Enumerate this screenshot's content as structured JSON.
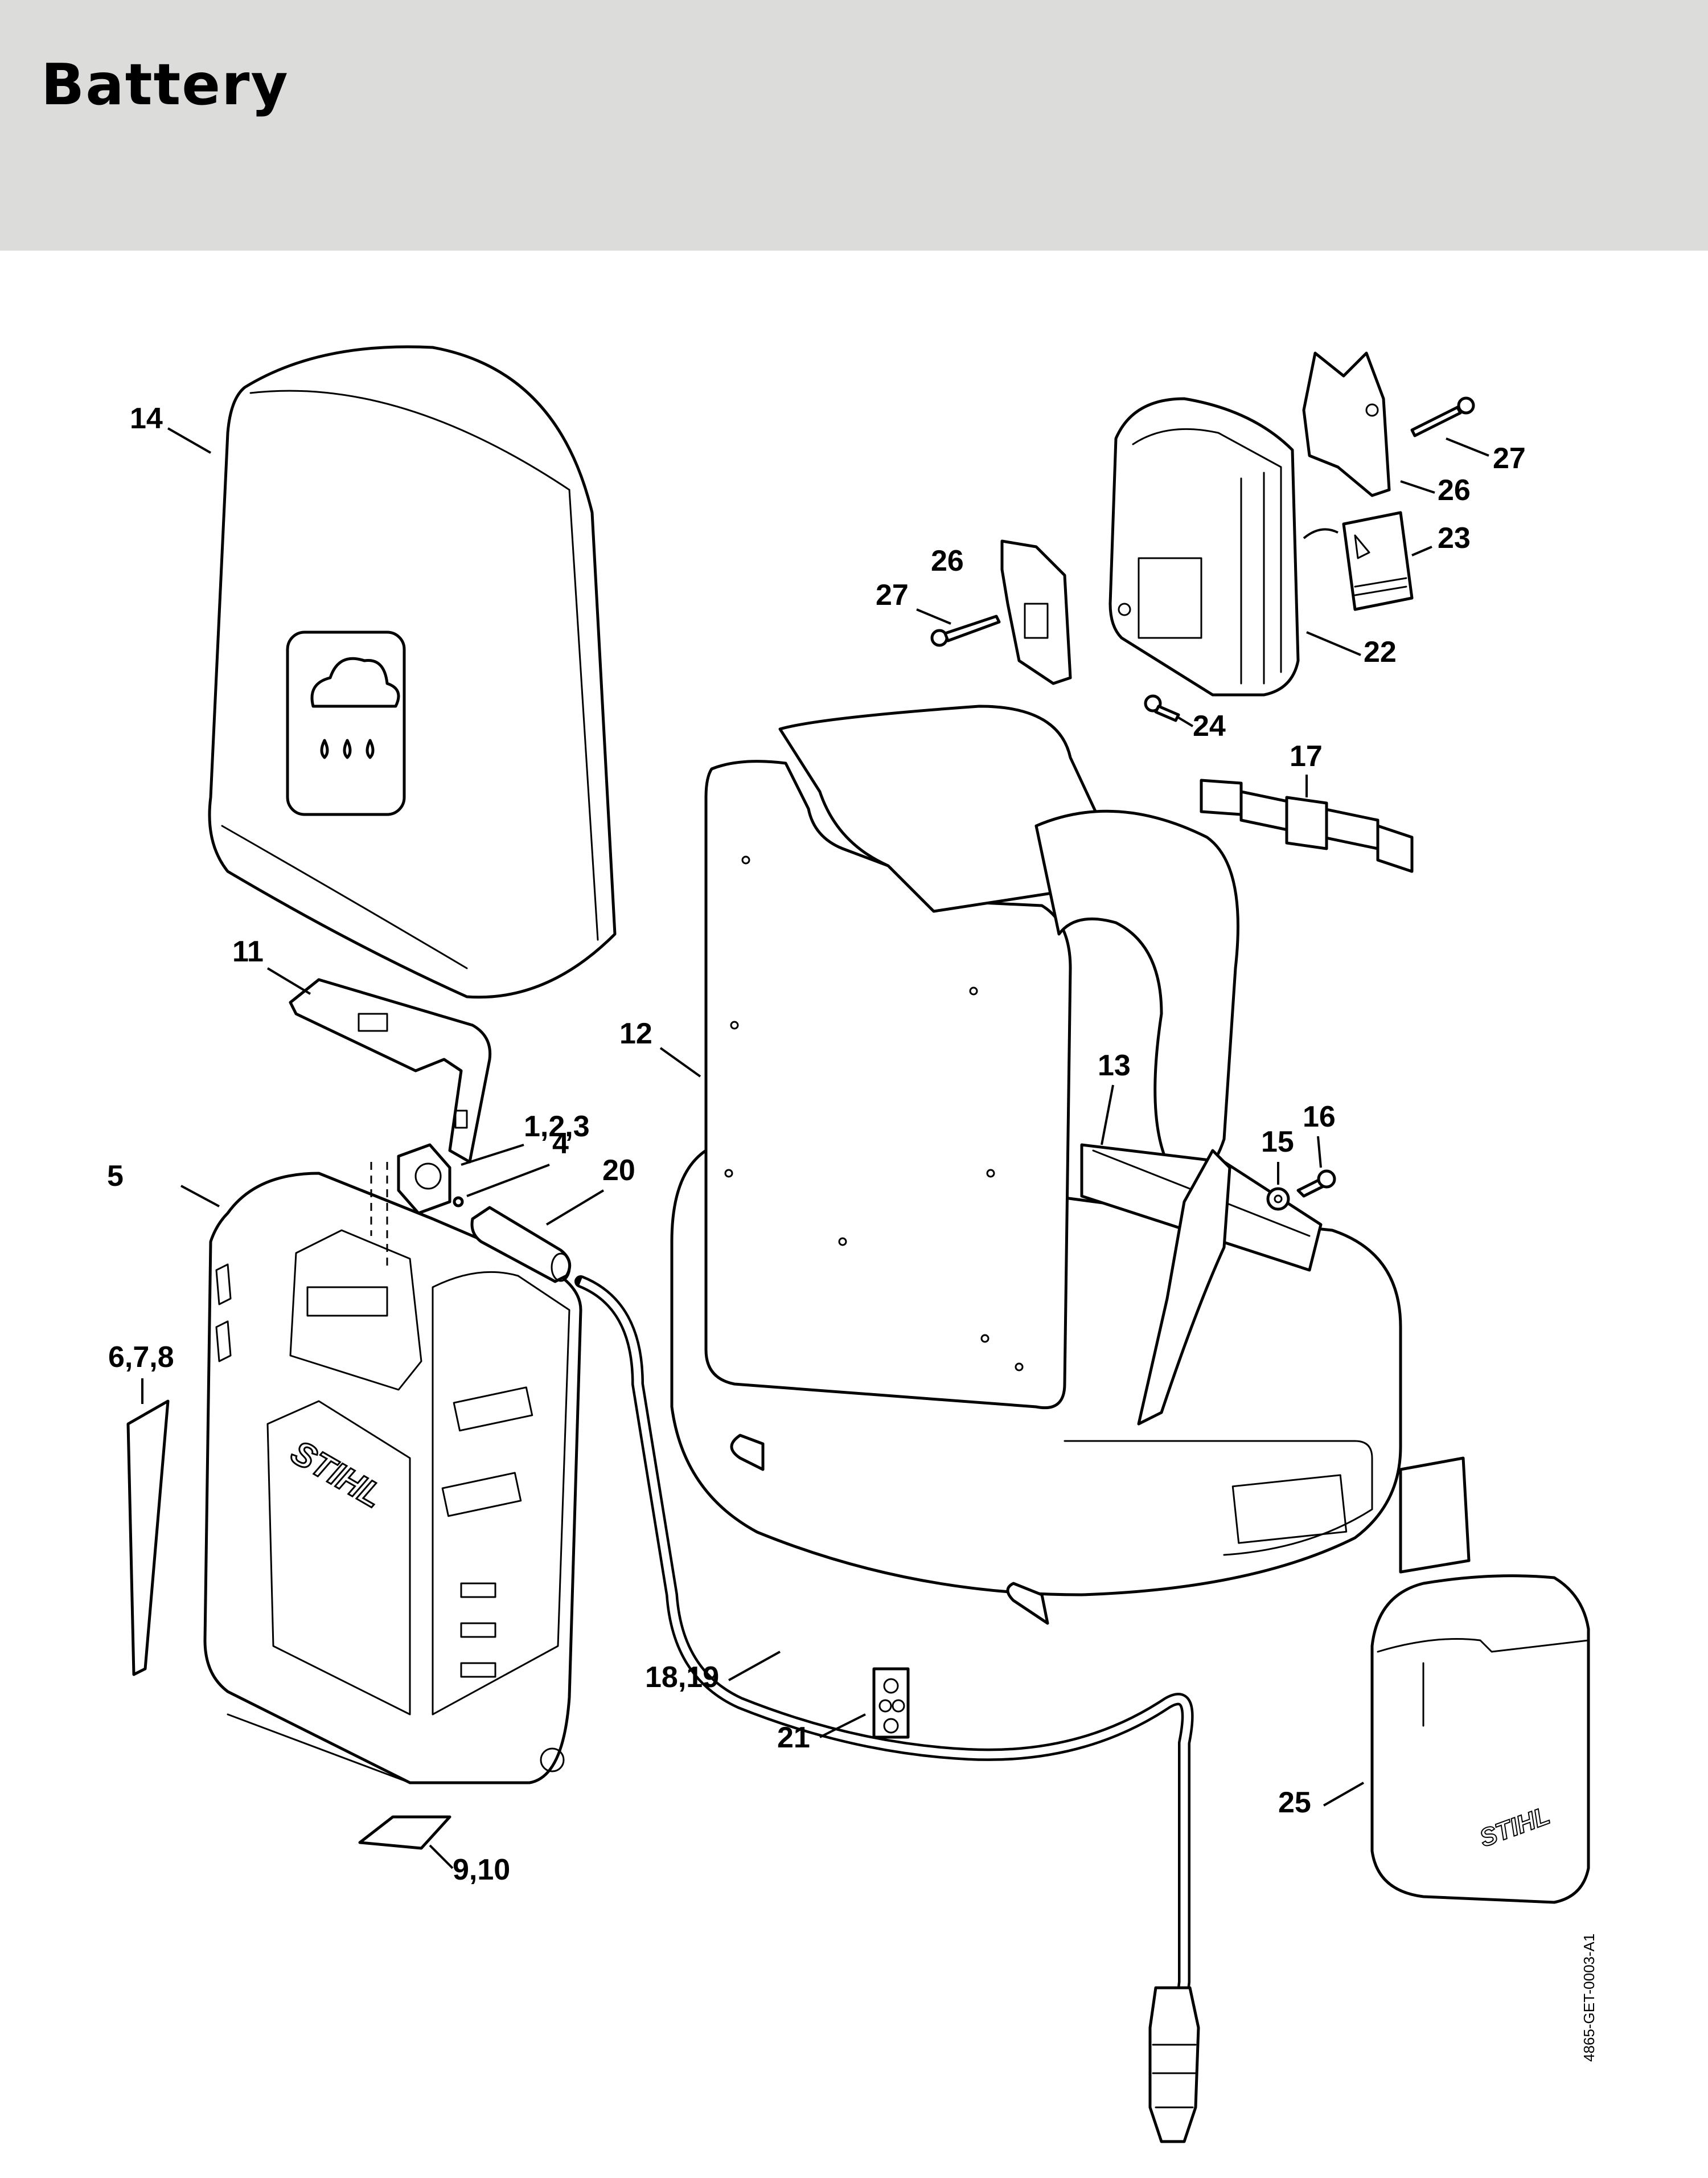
{
  "page": {
    "title": "Battery",
    "reference_code": "4865-GET-0003-A1"
  },
  "callouts": [
    {
      "id": "14",
      "label": "14"
    },
    {
      "id": "11",
      "label": "11"
    },
    {
      "id": "12",
      "label": "12"
    },
    {
      "id": "13",
      "label": "13"
    },
    {
      "id": "15",
      "label": "15"
    },
    {
      "id": "16",
      "label": "16"
    },
    {
      "id": "17",
      "label": "17"
    },
    {
      "id": "18-19",
      "label": "18,19"
    },
    {
      "id": "20",
      "label": "20"
    },
    {
      "id": "21",
      "label": "21"
    },
    {
      "id": "22",
      "label": "22"
    },
    {
      "id": "23",
      "label": "23"
    },
    {
      "id": "24",
      "label": "24"
    },
    {
      "id": "25",
      "label": "25"
    },
    {
      "id": "26a",
      "label": "26"
    },
    {
      "id": "26b",
      "label": "26"
    },
    {
      "id": "27a",
      "label": "27"
    },
    {
      "id": "27b",
      "label": "27"
    },
    {
      "id": "1-2-3",
      "label": "1,2,3"
    },
    {
      "id": "4",
      "label": "4"
    },
    {
      "id": "5",
      "label": "5"
    },
    {
      "id": "6-7-8",
      "label": "6,7,8"
    },
    {
      "id": "9-10",
      "label": "9,10"
    }
  ],
  "brand_text": {
    "logo": "STIHL"
  },
  "icons": [
    "rain-cloud-icon",
    "warning-label-icon",
    "stihl-logo"
  ]
}
